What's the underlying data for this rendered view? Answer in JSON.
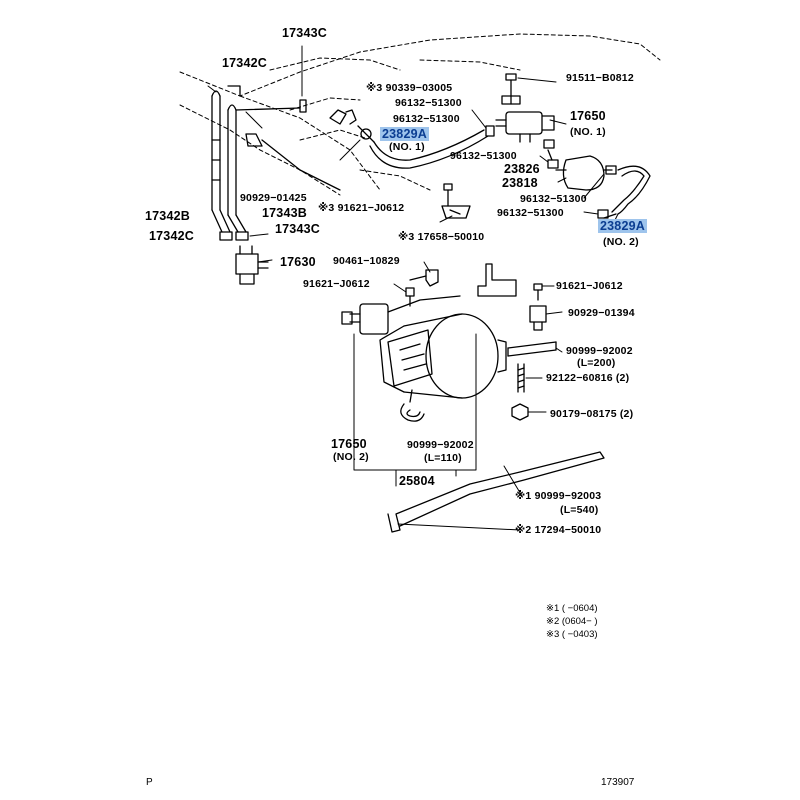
{
  "parts": {
    "p17343C_top": "17343C",
    "p17342C_top": "17342C",
    "p90339_03005": "※3  90339−03005",
    "p96132_51300_a": "96132−51300",
    "p96132_51300_b": "96132−51300",
    "p23829A_1": "23829A",
    "p23829A_1_sub": "(NO. 1)",
    "p91511_B0812": "91511−B0812",
    "p17650_1": "17650",
    "p17650_1_sub": "(NO. 1)",
    "p96132_51300_c": "96132−51300",
    "p23826": "23826",
    "p23818": "23818",
    "p96132_51300_d": "96132−51300",
    "p96132_51300_e": "96132−51300",
    "p23829A_2": "23829A",
    "p23829A_2_sub": "(NO. 2)",
    "p90929_01425": "90929−01425",
    "p17342B": "17342B",
    "p17343B": "17343B",
    "p17342C_bot": "17342C",
    "p17343C_bot": "17343C",
    "p91621_J0612_a": "※3 91621−J0612",
    "p17658_50010": "※3  17658−50010",
    "p17630": "17630",
    "p90461_10829": "90461−10829",
    "p91621_J0612_b": "91621−J0612",
    "p91621_J0612_c": "91621−J0612",
    "p90929_01394": "90929−01394",
    "p90999_92002_a": "90999−92002",
    "p90999_92002_a_sub": "(L=200)",
    "p92122_60816": "92122−60816 (2)",
    "p90179_08175": "90179−08175 (2)",
    "p17650_2": "17650",
    "p17650_2_sub": "(NO. 2)",
    "p90999_92002_b": "90999−92002",
    "p90999_92002_b_sub": "(L=110)",
    "p25804": "25804",
    "p90999_92003": "※1  90999−92003",
    "p90999_92003_sub": "(L=540)",
    "p17294_50010": "※2  17294−50010"
  },
  "notes": {
    "n1": "※1 (      −0604)",
    "n2": "※2 (0604−      )",
    "n3": "※3 (      −0403)"
  },
  "footer": {
    "left": "P",
    "right": "173907"
  },
  "colors": {
    "highlight_bg": "#9ec4ec",
    "highlight_text": "#0b3d91",
    "line": "#000000"
  }
}
